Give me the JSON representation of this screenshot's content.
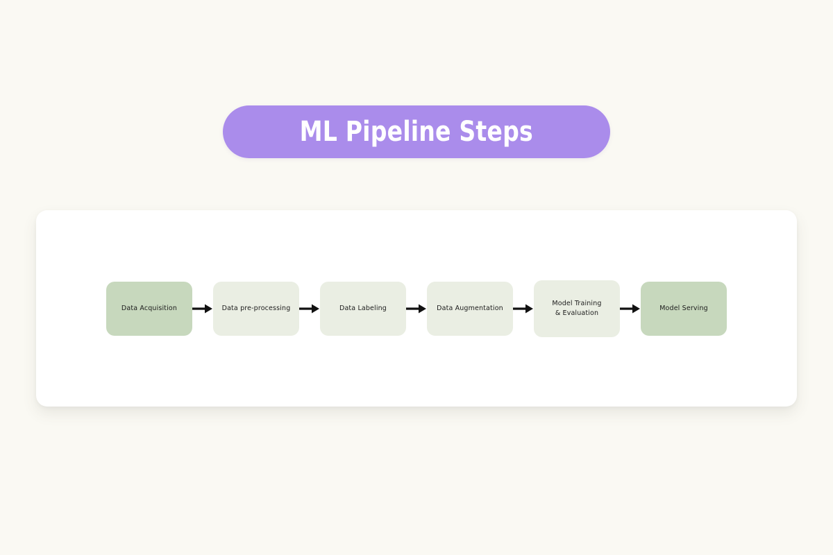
{
  "page": {
    "background_color": "#faf9f3",
    "title": "ML Pipeline Steps"
  },
  "title_banner": {
    "label": "ML Pipeline Steps",
    "background_color": "#aa8ceb",
    "text_color": "#ffffff"
  },
  "card": {
    "background_color": "#ffffff"
  },
  "diagram": {
    "type": "flowchart",
    "orientation": "left-to-right",
    "connector_icon": "arrow-right-icon",
    "connector_color": "#111111",
    "colors": {
      "green": "#c7d8bd",
      "pale": "#eaeee3",
      "text": "#1b1b1b"
    },
    "steps": [
      {
        "label": "Data Acquisition",
        "tone": "green"
      },
      {
        "label": "Data pre-processing",
        "tone": "pale"
      },
      {
        "label": "Data Labeling",
        "tone": "pale"
      },
      {
        "label": "Data Augmentation",
        "tone": "pale"
      },
      {
        "label": "Model Training\n& Evaluation",
        "tone": "pale"
      },
      {
        "label": "Model Serving",
        "tone": "green"
      }
    ]
  }
}
